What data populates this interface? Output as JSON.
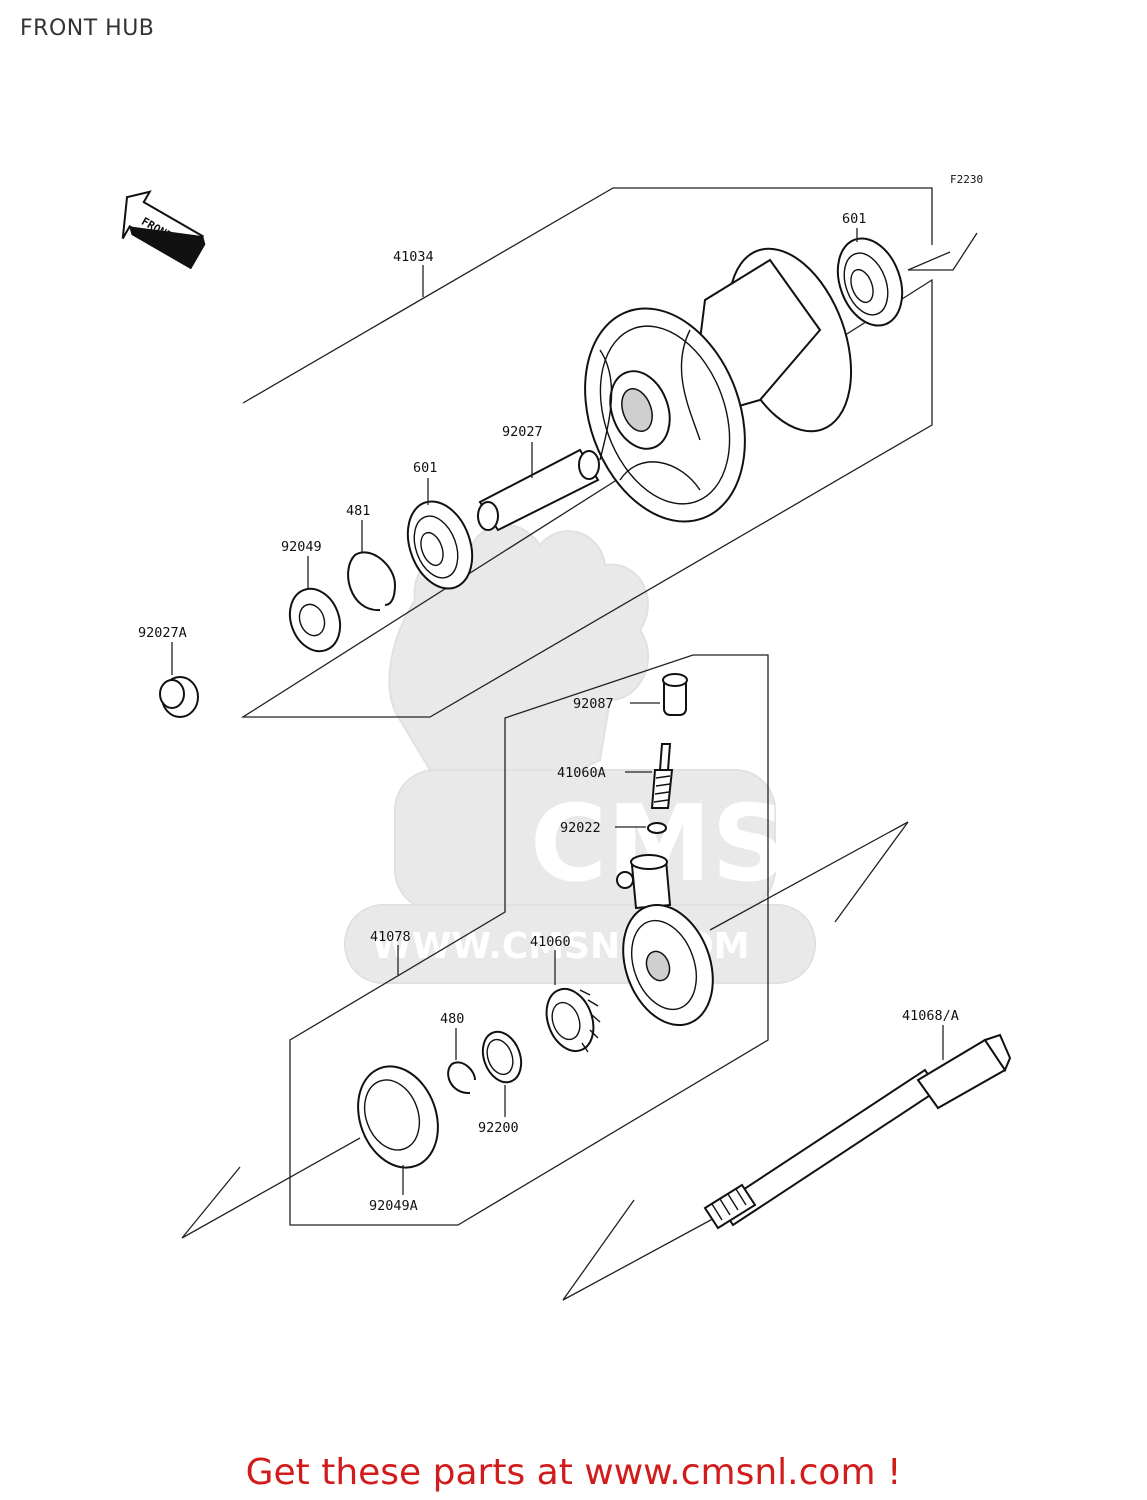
{
  "title": "FRONT HUB",
  "diagram_code": "F2230",
  "front_marker": "FRONT",
  "watermark": {
    "logo": "CMS",
    "url": "WWW.CMSNL.COM"
  },
  "parts": {
    "p41034": "41034",
    "p601_top": "601",
    "p92027": "92027",
    "p601": "601",
    "p481": "481",
    "p92049": "92049",
    "p92027A": "92027A",
    "p92087": "92087",
    "p41060A": "41060A",
    "p92022": "92022",
    "p41078": "41078",
    "p41060": "41060",
    "p480": "480",
    "p92200": "92200",
    "p92049A": "92049A",
    "p41068A": "41068/A"
  },
  "footer_text": "Get these parts at www.cmsnl.com !",
  "colors": {
    "footer": "#d21c1c",
    "line": "#222222"
  }
}
